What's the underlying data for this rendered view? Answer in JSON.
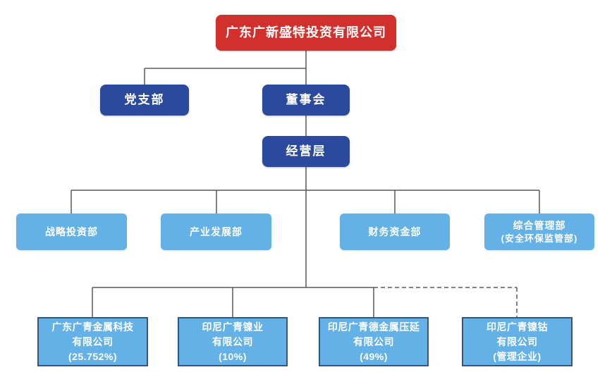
{
  "diagram": {
    "type": "org-chart",
    "background": "#ffffff",
    "colors": {
      "root_box": "#d2302c",
      "governance_box": "#2b4a9d",
      "department_box": "#63b1e6",
      "subsidiary_fill": "#63b1e6",
      "subsidiary_border": "#2f5780",
      "connector_line": "#595959",
      "text": "#ffffff"
    },
    "nodes": {
      "root": {
        "label": "广东广新盛特投资有限公司"
      },
      "party_branch": {
        "label": "党支部"
      },
      "board": {
        "label": "董事会"
      },
      "management": {
        "label": "经营层"
      },
      "departments": [
        {
          "label": "战略投资部",
          "sublabel": ""
        },
        {
          "label": "产业发展部",
          "sublabel": ""
        },
        {
          "label": "财务资金部",
          "sublabel": ""
        },
        {
          "label": "综合管理部",
          "sublabel": "(安全环保监管部)"
        }
      ],
      "subsidiaries": [
        {
          "name_line1": "广东广青金属科技",
          "name_line2": "有限公司",
          "note": "(25.752%)",
          "link_style": "solid"
        },
        {
          "name_line1": "印尼广青镍业",
          "name_line2": "有限公司",
          "note": "(10%)",
          "link_style": "solid"
        },
        {
          "name_line1": "印尼广青德金属压延",
          "name_line2": "有限公司",
          "note": "(49%)",
          "link_style": "solid"
        },
        {
          "name_line1": "印尼广青镍钴",
          "name_line2": "有限公司",
          "note": "(管理企业)",
          "link_style": "dashed"
        }
      ]
    }
  }
}
